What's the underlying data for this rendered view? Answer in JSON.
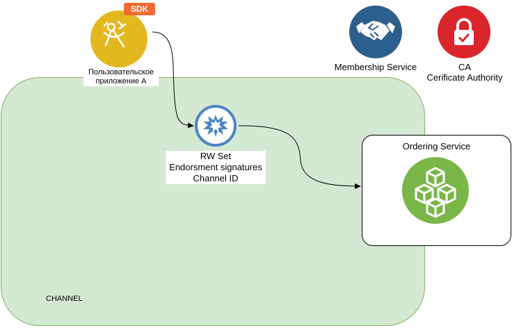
{
  "channel": {
    "label": "CHANNEL"
  },
  "app": {
    "badge": "SDK",
    "label": "Пользовательское приложение А"
  },
  "membership": {
    "label": "Membership Service"
  },
  "ca": {
    "line1": "CA",
    "line2": "Cerificate Authority"
  },
  "transaction": {
    "line1": "RW Set",
    "line2": "Endorsment signatures",
    "line3": "Channel ID"
  },
  "ordering": {
    "title": "Ordering Service"
  },
  "colors": {
    "channel_fill": "#d5e8d4",
    "channel_border": "#82b366",
    "app": "#e4b71f",
    "sdk": "#ef6b2f",
    "membership": "#2c5f8d",
    "ca": "#d9262b",
    "transaction": "#4b86c4",
    "ordering": "#7ab648"
  },
  "icons": {
    "app": "compass-icon",
    "membership": "handshake-icon",
    "ca": "lock-icon",
    "transaction": "burst-icon",
    "ordering": "blocks-icon"
  }
}
